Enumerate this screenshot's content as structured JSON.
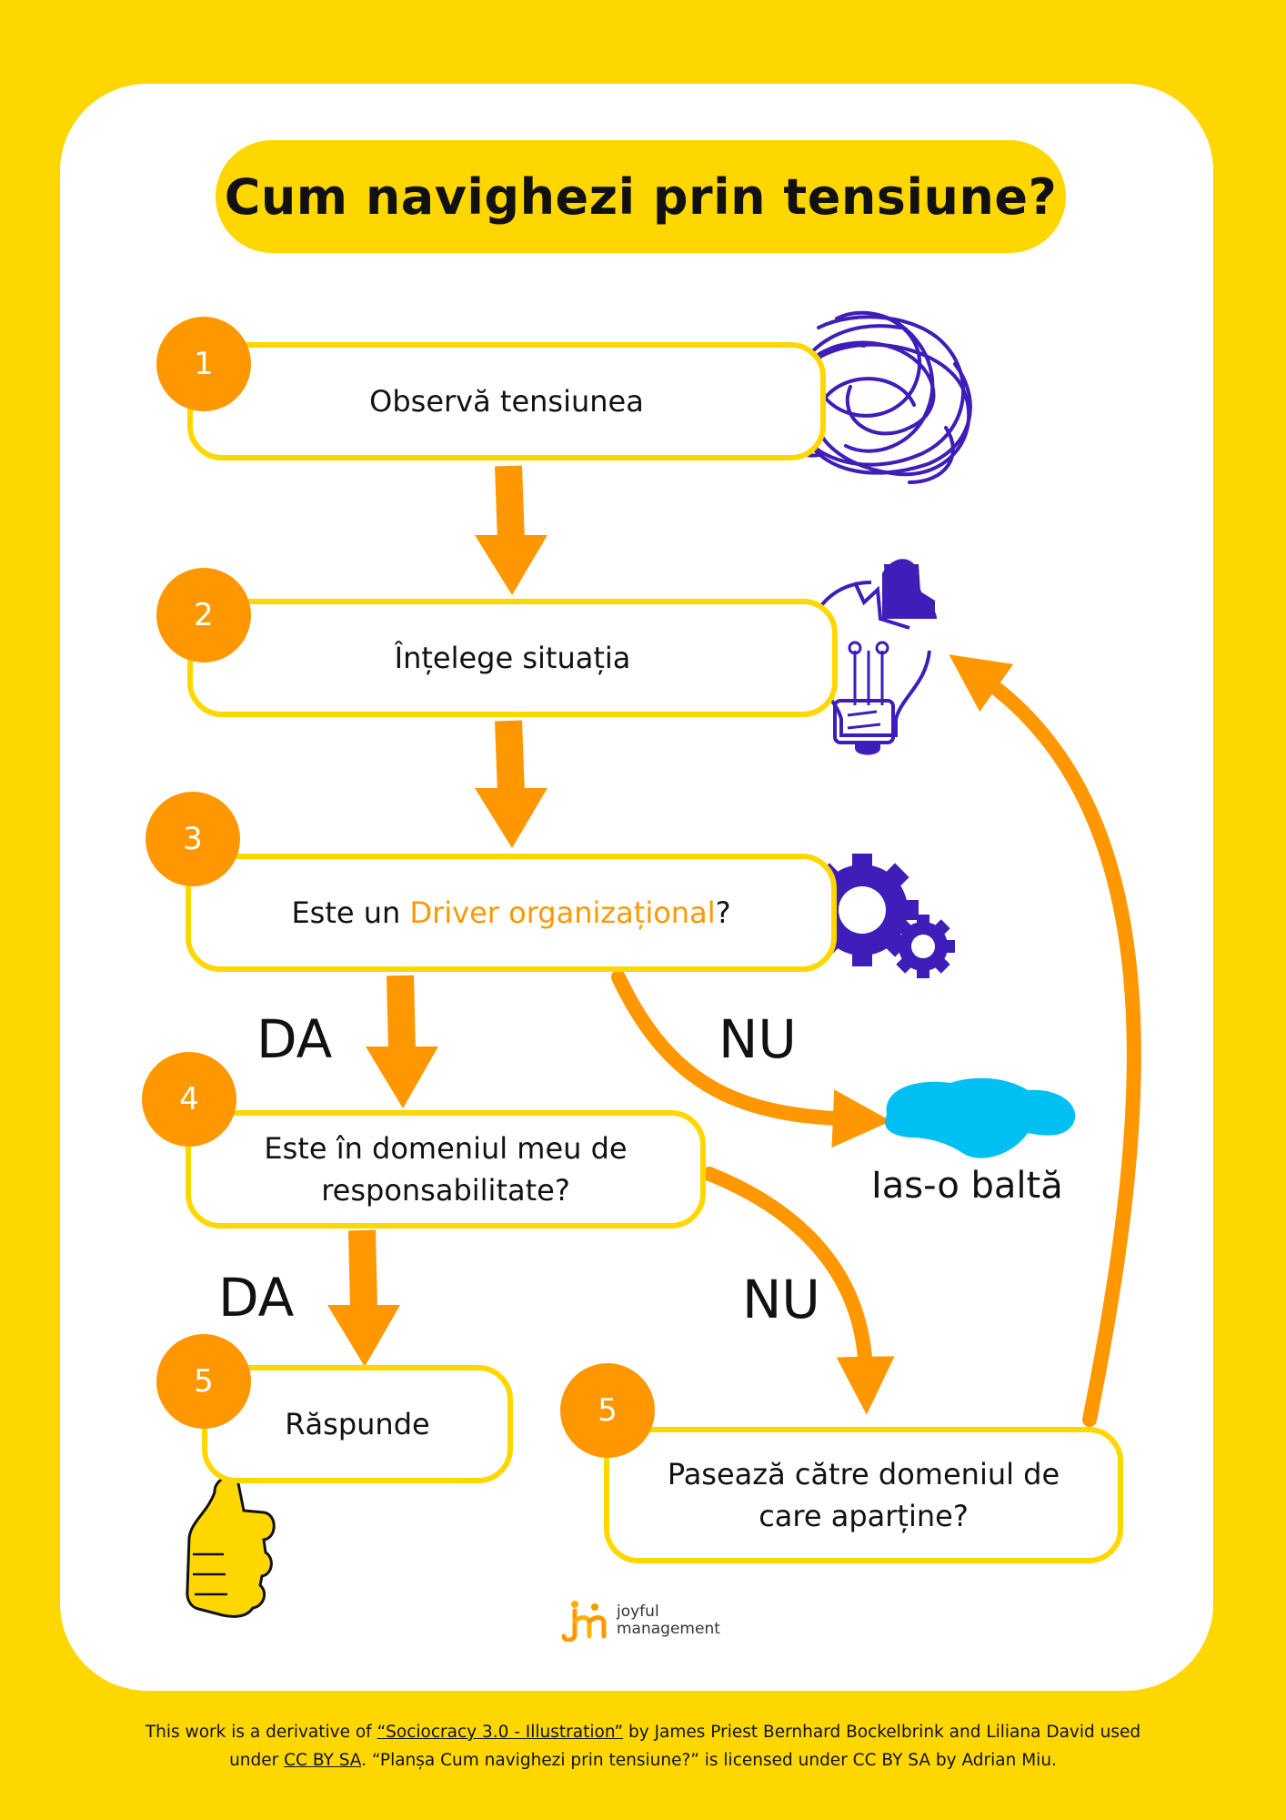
{
  "title": "Cum navighezi prin tensiune?",
  "colors": {
    "background": "#FFD700",
    "card": "#FFFFFF",
    "box_border": "#FFD700",
    "number_badge": "#FF9800",
    "arrow": "#FF9800",
    "icon_purple": "#3F1DB8",
    "puddle": "#00BFF3",
    "highlight_text": "#FF9800"
  },
  "steps": [
    {
      "number": "1",
      "text": "Observă tensiunea",
      "icon": "tangled-scribble-icon"
    },
    {
      "number": "2",
      "text": "Înțelege situația",
      "icon": "lightbulb-puzzle-icon"
    },
    {
      "number": "3",
      "text_before": "Este un ",
      "highlight": "Driver organizațional",
      "text_after": "?",
      "icon": "gears-icon"
    },
    {
      "number": "4",
      "line1": "Este în domeniul meu de",
      "line2": "responsabilitate?"
    },
    {
      "number": "5",
      "text": "Răspunde",
      "icon": "thumbs-up-icon"
    },
    {
      "number": "5",
      "line1": "Pasează către domeniul de",
      "line2": "care aparține?"
    }
  ],
  "branches": {
    "step3_yes": "DA",
    "step3_no": "NU",
    "step4_yes": "DA",
    "step4_no": "NU"
  },
  "outcome_no": {
    "text": "Ias-o baltă",
    "icon": "puddle-icon"
  },
  "brand": {
    "line1": "joyful",
    "line2": "management",
    "icon": "joyful-management-logo-icon"
  },
  "footer": {
    "t1": "This work is a derivative of ",
    "link1": "“Sociocracy 3.0 - Illustration”",
    "t2": " by James Priest Bernhard Bockelbrink and Liliana David used under ",
    "link2": "CC BY SA",
    "t3": ". “Planșa Cum navighezi prin tensiune?” is licensed under CC BY SA by Adrian Miu."
  }
}
